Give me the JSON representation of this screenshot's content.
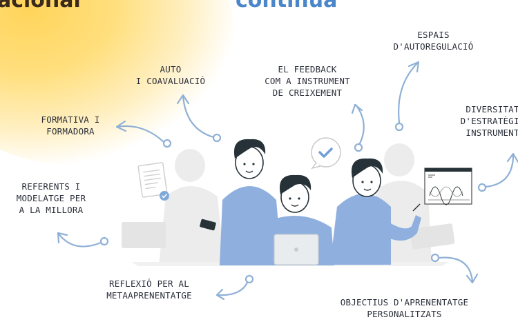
{
  "heading_left": "acional",
  "heading_right": "contínua",
  "labels": {
    "espais": [
      "ESPAIS",
      "D'AUTOREGULACIÓ"
    ],
    "auto": [
      "AUTO",
      "I COAVALUACIÓ"
    ],
    "feedback": [
      "EL FEEDBACK",
      "COM A INSTRUMENT",
      "DE CREIXEMENT"
    ],
    "formativa": [
      "FORMATIVA I",
      "FORMADORA"
    ],
    "diversitat": [
      "DIVERSITAT",
      "D'ESTRATÈGIE",
      "INSTRUMENT"
    ],
    "referents": [
      "REFERENTS I",
      "MODELATGE PER",
      "A LA MILLORA"
    ],
    "reflexio": [
      "REFLEXIÓ PER AL",
      "METAAPRENENTATGE"
    ],
    "objectius": [
      "OBJECTIUS D'APRENENTATGE",
      "PERSONALITZATS"
    ]
  },
  "colors": {
    "accent_blue": "#4a86c9",
    "arrow": "#8fb0d6",
    "text": "#2b2f3a",
    "glow": "#ffd45a",
    "shirt": "#8fb0de",
    "hair": "#263238"
  },
  "icons": [
    "check-bubble-icon",
    "document-icon",
    "chart-board-icon",
    "laptop-icon",
    "phone-icon"
  ]
}
